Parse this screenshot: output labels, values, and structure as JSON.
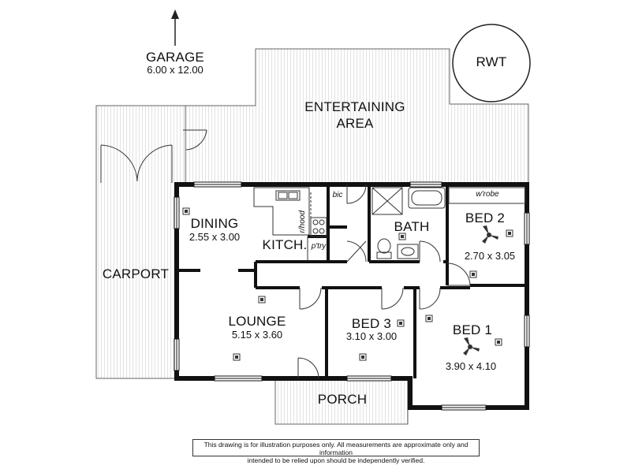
{
  "garage": {
    "label": "GARAGE",
    "dims": "6.00 x 12.00"
  },
  "rwt": {
    "label": "RWT"
  },
  "entertaining": {
    "line1": "ENTERTAINING",
    "line2": "AREA"
  },
  "carport": {
    "label": "CARPORT"
  },
  "dining": {
    "label": "DINING",
    "dims": "2.55 x 3.00"
  },
  "kitchen": {
    "label": "KITCH.",
    "rhood": "r/hood",
    "pantry": "p'try",
    "bic": "bic"
  },
  "bath": {
    "label": "BATH"
  },
  "bed2": {
    "label": "BED 2",
    "dims": "2.70 x 3.05",
    "wrobe": "w'robe"
  },
  "lounge": {
    "label": "LOUNGE",
    "dims": "5.15 x 3.60"
  },
  "bed3": {
    "label": "BED 3",
    "dims": "3.10 x 3.00"
  },
  "bed1": {
    "label": "BED 1",
    "dims": "3.90 x 4.10"
  },
  "porch": {
    "label": "PORCH"
  },
  "disclaimer": {
    "line1": "This drawing is for illustration purposes only. All measurements are approximate only and information",
    "line2": "intended to be relied upon should be independently verified."
  },
  "colors": {
    "wall": "#111111",
    "fill": "#ffffff",
    "hatch": "#bdbdbd",
    "outline": "#555555"
  },
  "icons": [
    "north-arrow-icon",
    "ceiling-fan-icon",
    "power-point-icon",
    "window-icon",
    "door-swing-icon"
  ]
}
